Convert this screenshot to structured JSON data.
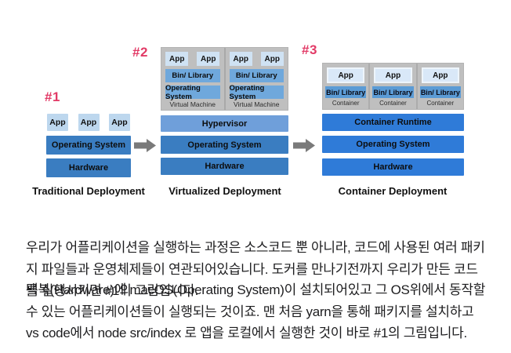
{
  "diagram": {
    "markers": {
      "first": "#1",
      "second": "#2",
      "third": "#3"
    },
    "traditional": {
      "title": "Traditional Deployment",
      "apps": [
        "App",
        "App",
        "App"
      ],
      "os_label": "Operating System",
      "hardware_label": "Hardware"
    },
    "virtualized": {
      "title": "Virtualized Deployment",
      "vms": [
        {
          "apps": [
            "App",
            "App"
          ],
          "bin_label": "Bin/ Library",
          "os_label": "Operating System",
          "label": "Virtual Machine"
        },
        {
          "apps": [
            "App",
            "App"
          ],
          "bin_label": "Bin/ Library",
          "os_label": "Operating System",
          "label": "Virtual Machine"
        }
      ],
      "hypervisor_label": "Hypervisor",
      "os_label": "Operating System",
      "hardware_label": "Hardware"
    },
    "container": {
      "title": "Container Deployment",
      "containers": [
        {
          "app": "App",
          "bin_label": "Bin/ Library",
          "label": "Container"
        },
        {
          "app": "App",
          "bin_label": "Bin/ Library",
          "label": "Container"
        },
        {
          "app": "App",
          "bin_label": "Bin/ Library",
          "label": "Container"
        }
      ],
      "runtime_label": "Container Runtime",
      "os_label": "Operating System",
      "hardware_label": "Hardware"
    },
    "colors": {
      "marker_pink": "#e23a66",
      "app_light_blue": "#bdd7ee",
      "vm_app_blue": "#cfe2f3",
      "vm_bar_blue": "#6fa8dc",
      "hypervisor_blue": "#6f9fda",
      "steel_blue": "#3a7dc1",
      "container_bar_blue": "#2f7bd8",
      "container_bin_blue": "#5b9bd5",
      "group_gray": "#bfbfbf",
      "arrow_gray": "#7a7a7a"
    }
  },
  "body": {
    "paragraph1": "우리가 어플리케이션을 실행하는 과정은 소스코드 뿐 아니라, 코드에 사용된 여러 패키지 파일들과 운영체제들이 연관되어있습니다. 도커를 만나기전까지 우리가 만든 코드를 실행시키면 #1의 그림입니다.",
    "paragraph2": "맥북(Hardware)에 macOS(Operating System)이 설치되어있고 그 OS위에서 동작할 수 있는 어플리케이션들이 실행되는 것이죠. 맨 처음 yarn을 통해 패키지를 설치하고 vs code에서 node src/index 로 앱을 로컬에서 실행한 것이 바로 #1의 그림입니다."
  }
}
